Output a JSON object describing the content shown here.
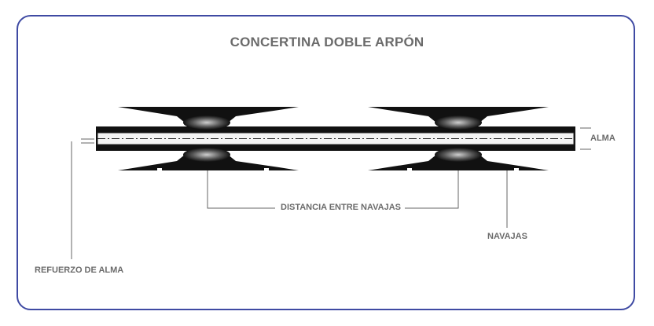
{
  "title": "CONCERTINA DOBLE ARPÓN",
  "labels": {
    "alma": "ALMA",
    "distancia": "DISTANCIA ENTRE NAVAJAS",
    "navajas": "NAVAJAS",
    "refuerzo": "REFUERZO DE ALMA"
  },
  "colors": {
    "frame": "#3f4aa3",
    "text": "#6b6b6b",
    "blade": "#111111"
  }
}
